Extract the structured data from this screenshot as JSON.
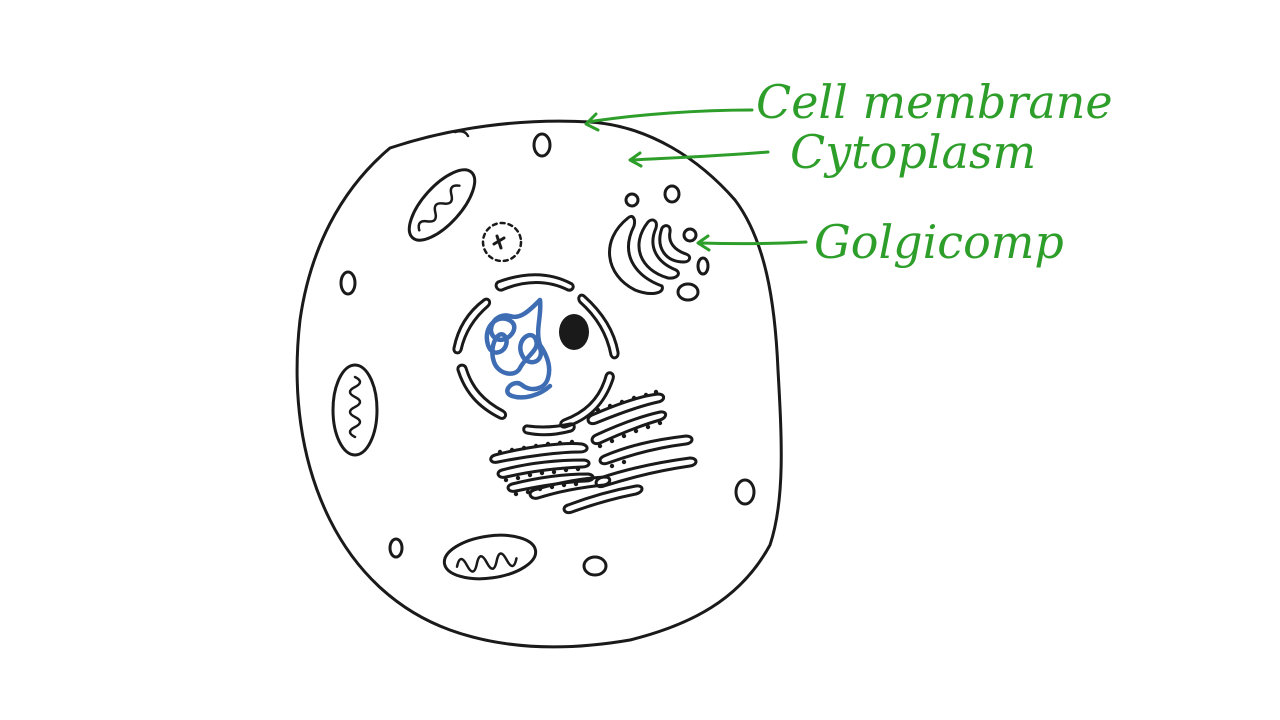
{
  "diagram": {
    "labels": [
      {
        "id": "cell-membrane",
        "text": "Cell membrane"
      },
      {
        "id": "cytoplasm",
        "text": "Cytoplasm"
      },
      {
        "id": "golgi",
        "text": "Golgicomp"
      }
    ],
    "colors": {
      "outline": "#1a1a1a",
      "label": "#2e9e2a",
      "chromatin": "#3f6db3",
      "background": "#ffffff"
    }
  }
}
